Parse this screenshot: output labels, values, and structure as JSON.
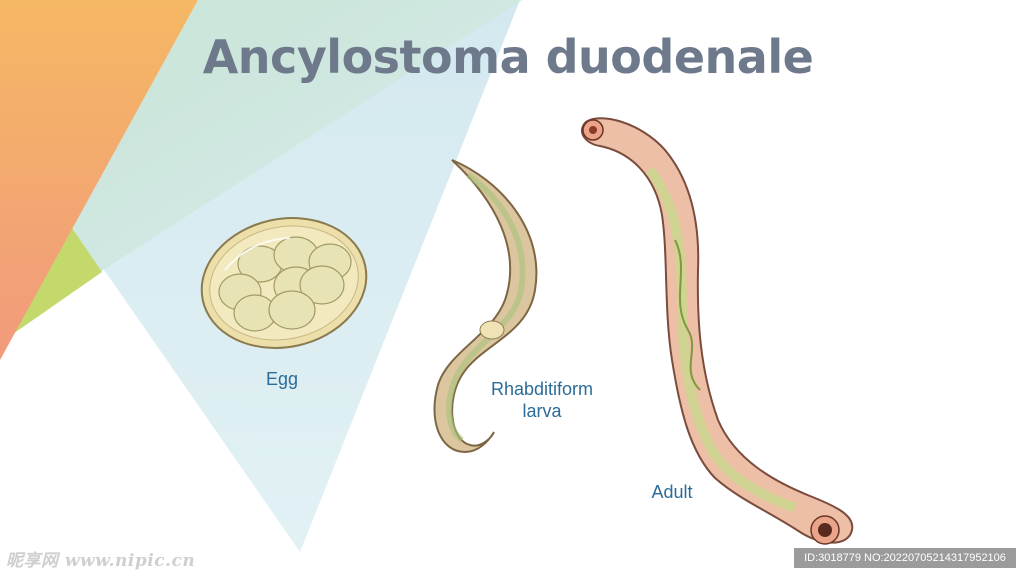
{
  "title": "Ancylostoma duodenale",
  "labels": {
    "egg": "Egg",
    "larva_line1": "Rhabditiform",
    "larva_line2": "larva",
    "adult": "Adult"
  },
  "watermark": {
    "site": "昵享网 www.nipic.cn",
    "id": "ID:3018779 NO:20220705214317952106"
  },
  "colors": {
    "title": "#6e7a8c",
    "label": "#2b6c98",
    "orange": "#f4a766",
    "green": "#c2d96a",
    "teal": "#cfe6df",
    "lightblue": "#d8ecf1"
  },
  "icons": [
    "egg-illustration",
    "larva-illustration",
    "adult-worm-illustration"
  ]
}
